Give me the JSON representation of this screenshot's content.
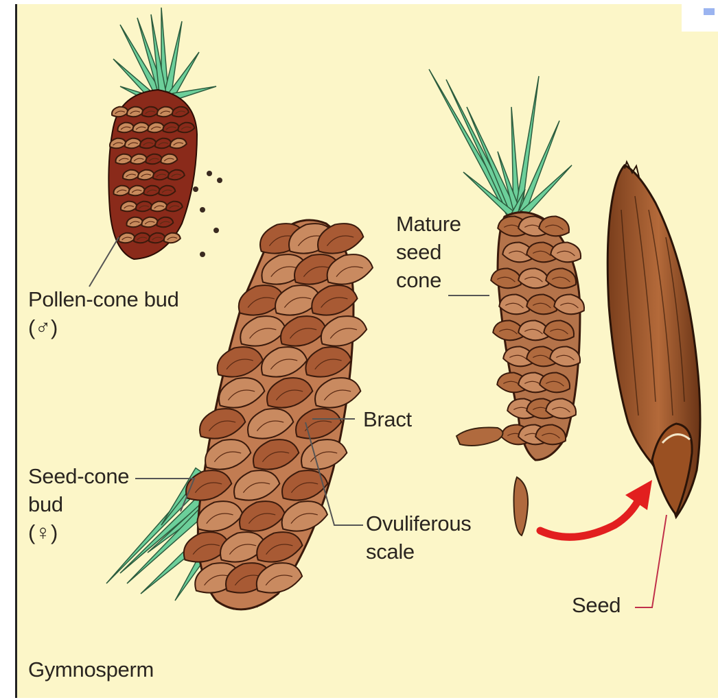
{
  "colors": {
    "background": "#fcf6c8",
    "needle": "#6ccf9a",
    "scale_light": "#c88a5c",
    "scale_dark": "#8a2a1a",
    "seed_brown": "#9a5a2c",
    "arrow": "#e21f1f",
    "leader": "#555555"
  },
  "labels": {
    "pollen_cone": "Pollen-cone bud\n(♂)",
    "seed_cone_bud": "Seed-cone\nbud\n(♀)",
    "bract": "Bract",
    "ovuliferous_scale": "Ovuliferous\nscale",
    "mature_seed_cone": "Mature\nseed\ncone",
    "seed": "Seed",
    "gymnosperm": "Gymnosperm"
  },
  "icons": {
    "pollen_cone": "pollen-cone-icon",
    "seed_cone": "seed-cone-icon",
    "mature_cone": "mature-seed-cone-icon",
    "winged_seed": "winged-seed-icon",
    "arrow": "curved-arrow-icon"
  }
}
